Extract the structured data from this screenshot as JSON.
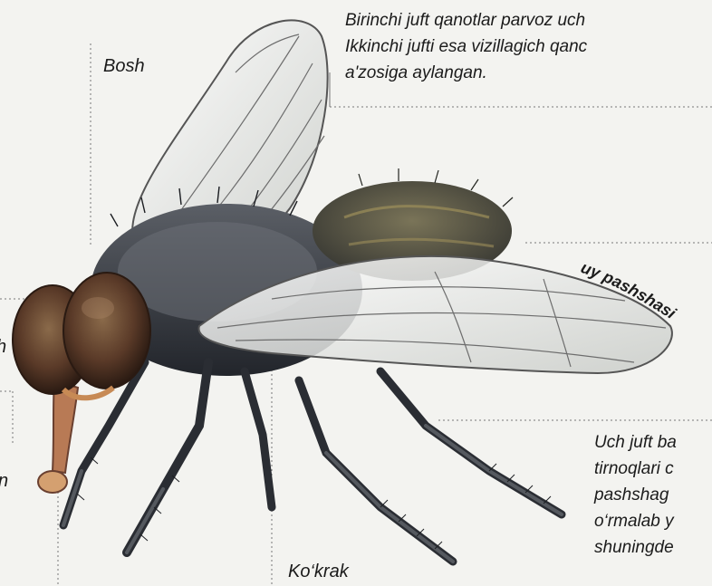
{
  "figure": {
    "captions": {
      "wings": [
        "Birinchi juft qanotlar parvoz uch",
        "Ikkinchi jufti esa vizillagich qanc",
        "a'zosiga aylangan."
      ],
      "legs": [
        "Uch juft ba",
        "tirnoqlari c",
        "pashshag",
        "o‘rmalab y",
        "shuningde"
      ]
    },
    "labels": {
      "head": "Bosh",
      "thorax": "Ko‘krak",
      "species": "uy pashshasi",
      "left_edge_1": "h",
      "left_edge_2": "n"
    }
  }
}
